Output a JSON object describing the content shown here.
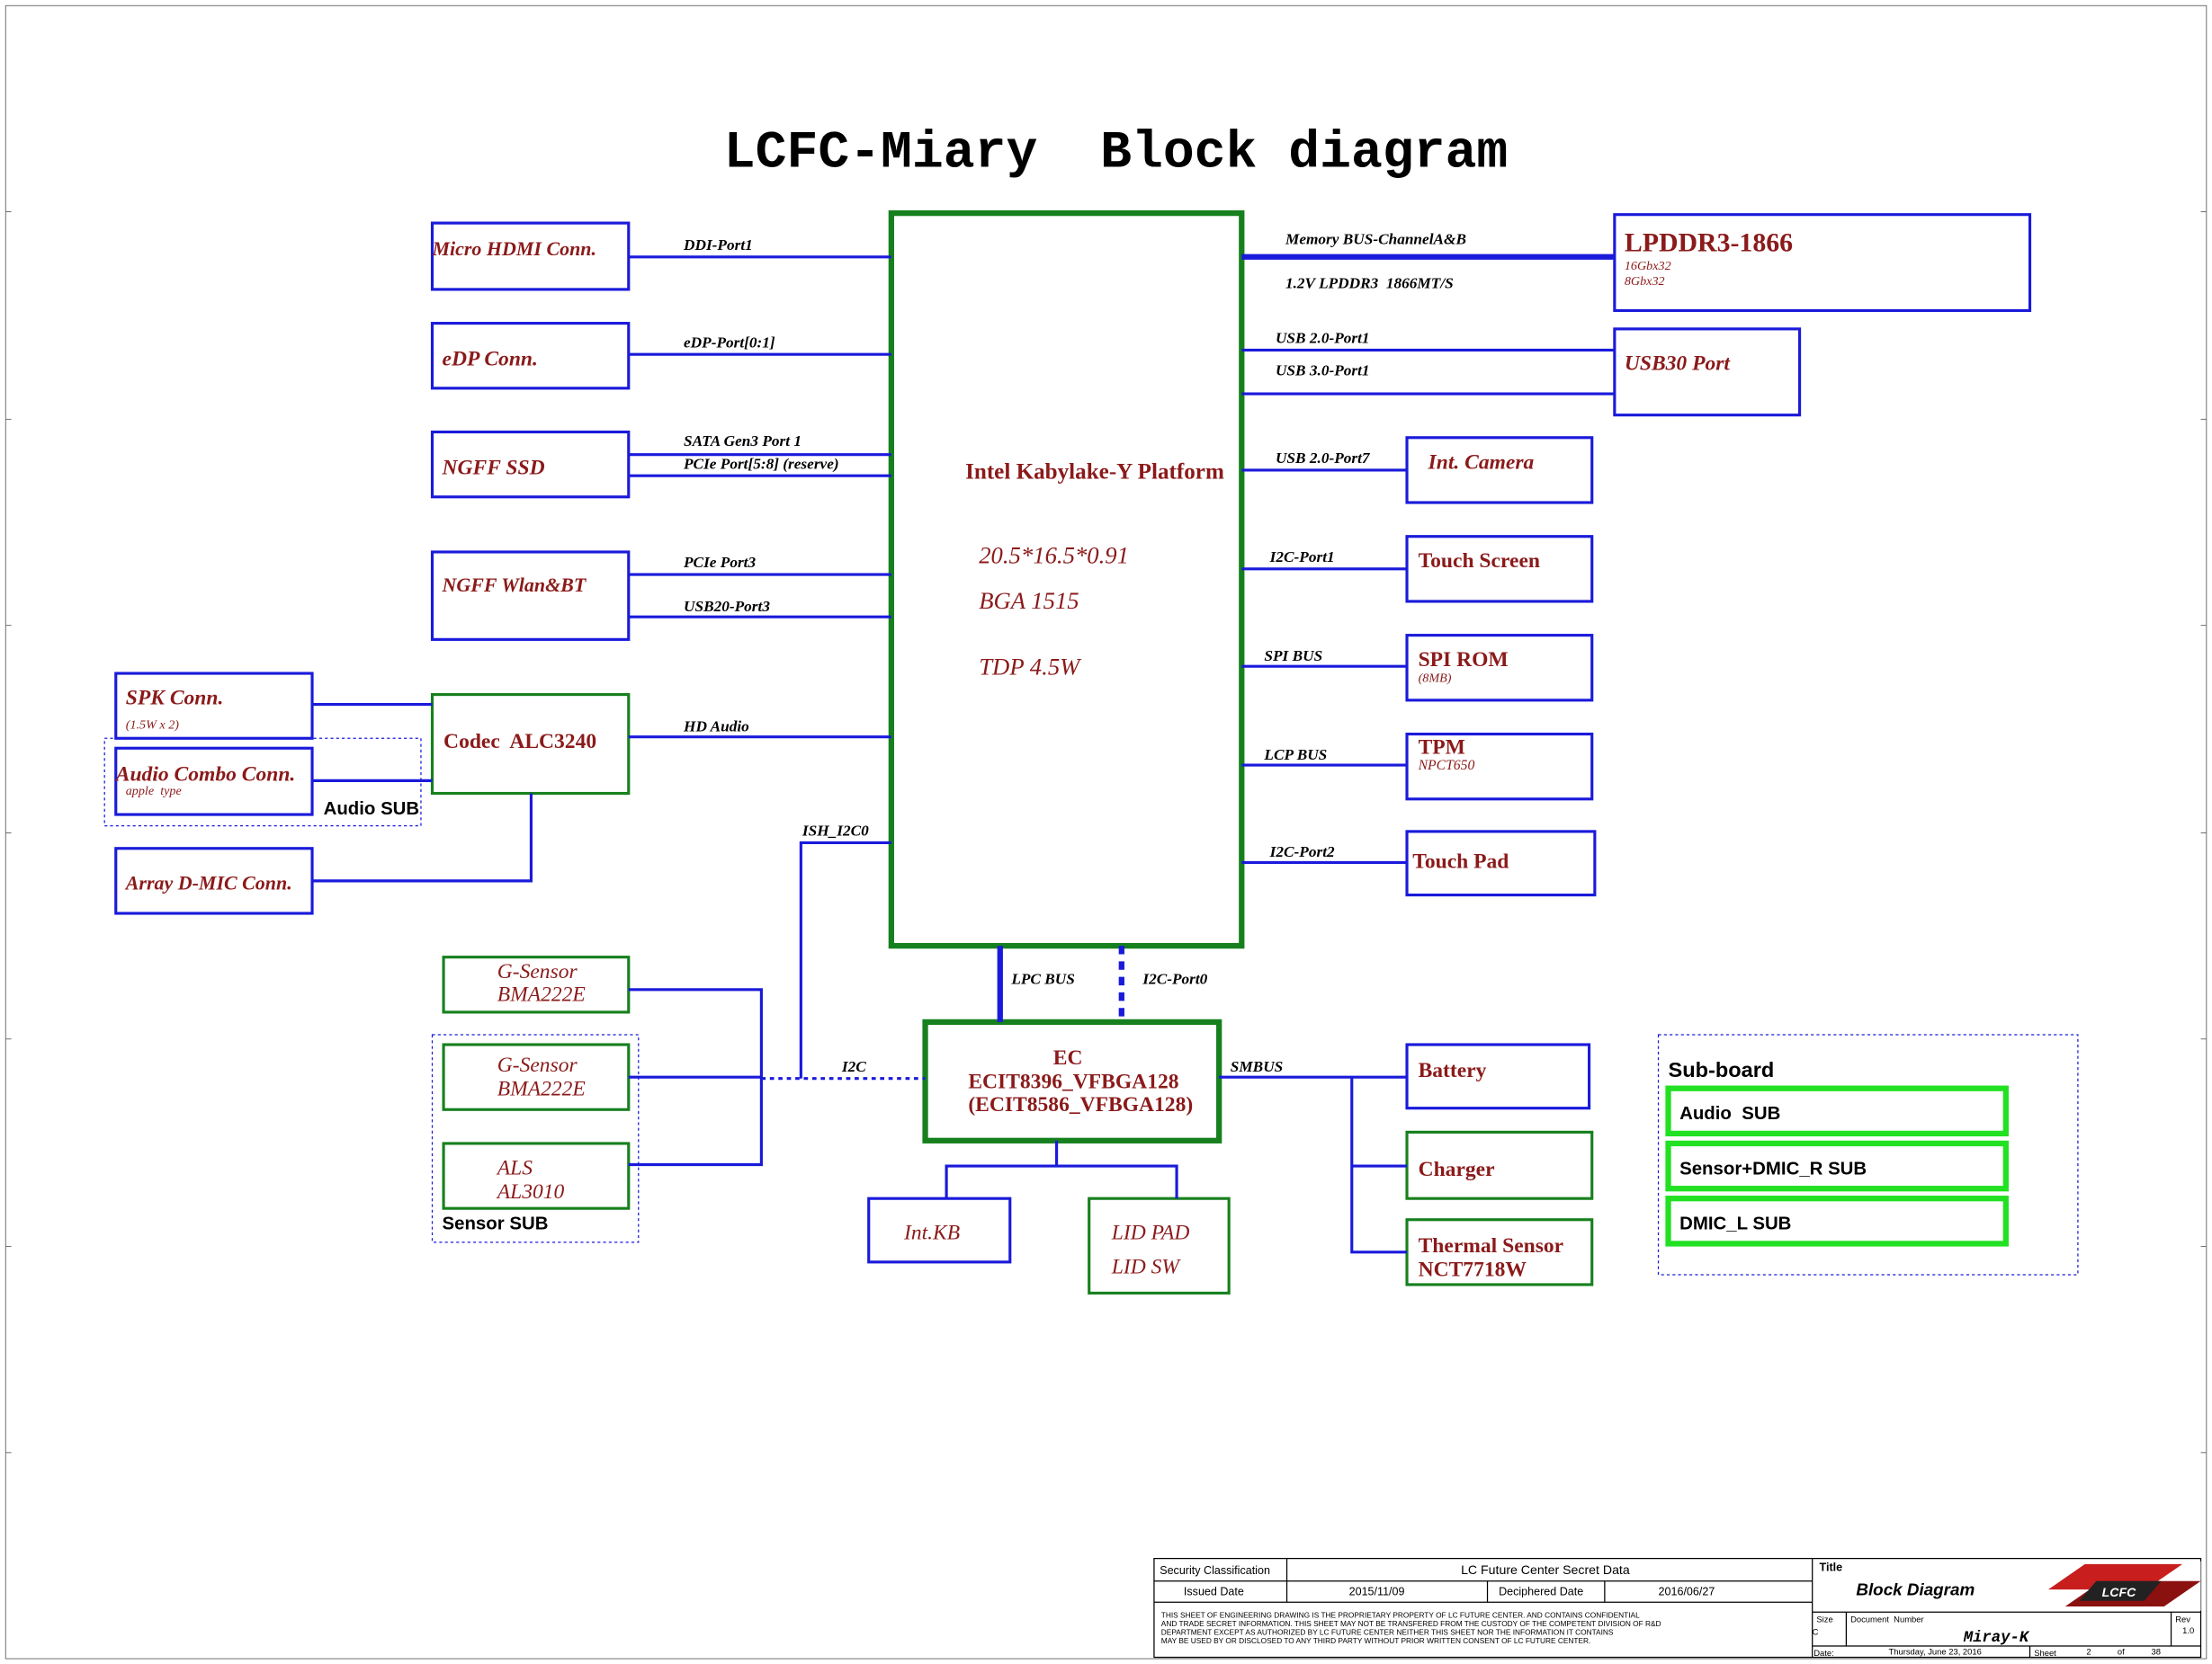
{
  "title": "LCFC-Miary  Block diagram",
  "cpu": {
    "name": "Intel Kabylake-Y Platform",
    "size": "20.5*16.5*0.91",
    "package": "BGA 1515",
    "tdp": "TDP 4.5W"
  },
  "ec": {
    "line1": "EC",
    "line2": "ECIT8396_VFBGA128",
    "line3": "(ECIT8586_VFBGA128)"
  },
  "left_blocks": {
    "micro_hdmi": "Micro HDMI Conn.",
    "edp": "eDP Conn.",
    "ngff_ssd": "NGFF SSD",
    "ngff_wlan": "NGFF Wlan&BT",
    "codec": "Codec  ALC3240",
    "spk": "SPK Conn.",
    "spk_note": "(1.5W x 2)",
    "audio_combo": "Audio Combo Conn.",
    "audio_combo_note": "apple  type",
    "audio_sub": "Audio SUB",
    "dmic": "Array D-MIC Conn.",
    "gsensor1_a": "G-Sensor",
    "gsensor1_b": "BMA222E",
    "gsensor2_a": "G-Sensor",
    "gsensor2_b": "BMA222E",
    "als_a": "ALS",
    "als_b": "AL3010",
    "sensor_sub": "Sensor SUB"
  },
  "right_blocks": {
    "lpddr": "LPDDR3-1866",
    "lpddr_note1": "16Gbx32",
    "lpddr_note2": "8Gbx32",
    "usb30": "USB30 Port",
    "camera": "Int. Camera",
    "touch_screen": "Touch Screen",
    "spi_rom": "SPI ROM",
    "spi_rom_note": "(8MB)",
    "tpm": "TPM",
    "tpm_note": "NPCT650",
    "touch_pad": "Touch Pad",
    "battery": "Battery",
    "charger": "Charger",
    "thermal_a": "Thermal Sensor",
    "thermal_b": "NCT7718W"
  },
  "bottom_blocks": {
    "int_kb": "Int.KB",
    "lid_pad": "LID PAD",
    "lid_sw": "LID SW"
  },
  "bus_labels": {
    "ddi": "DDI-Port1",
    "edp": "eDP-Port[0:1]",
    "sata": "SATA Gen3 Port 1",
    "pcie58": "PCIe Port[5:8] (reserve)",
    "pcie3": "PCIe Port3",
    "usb20p3": "USB20-Port3",
    "hda": "HD Audio",
    "ish": "ISH_I2C0",
    "mem1": "Memory BUS-ChannelA&B",
    "mem2": "1.2V LPDDR3  1866MT/S",
    "usb2p1": "USB 2.0-Port1",
    "usb3p1": "USB 3.0-Port1",
    "usb2p7": "USB 2.0-Port7",
    "i2cp1": "I2C-Port1",
    "spi": "SPI BUS",
    "lcp": "LCP BUS",
    "i2cp2": "I2C-Port2",
    "lpc": "LPC BUS",
    "i2cp0": "I2C-Port0",
    "i2c": "I2C",
    "smbus": "SMBUS"
  },
  "subboard": {
    "title": "Sub-board",
    "items": [
      "Audio  SUB",
      "Sensor+DMIC_R SUB",
      "DMIC_L SUB"
    ]
  },
  "title_block": {
    "security_label": "Security Classification",
    "security_value": "LC Future Center Secret Data",
    "issued_label": "Issued Date",
    "issued_value": "2015/11/09",
    "deciphered_label": "Deciphered Date",
    "deciphered_value": "2016/06/27",
    "notice1": "THIS SHEET OF ENGINEERING DRAWING IS THE PROPRIETARY PROPERTY OF  LC FUTURE CENTER. AND CONTAINS CONFIDENTIAL",
    "notice2": "AND TRADE SECRET INFORMATION. THIS SHEET MAY NOT BE TRANSFERED FROM THE CUSTODY OF THE COMPETENT DIVISION OF R&D",
    "notice3": "DEPARTMENT EXCEPT AS AUTHORIZED BY LC FUTURE CENTER NEITHER THIS SHEET NOR THE  INFORMATION IT CONTAINS",
    "notice4": "MAY BE USED BY OR DISCLOSED TO ANY THIRD PARTY WITHOUT PRIOR WRITTEN CONSENT OF  LC FUTURE CENTER.",
    "title_label": "Title",
    "title_value": "Block Diagram",
    "size_label": "Size",
    "size_value": "C",
    "docnum_label": "Document  Number",
    "docnum_value": "Miray-K",
    "rev_label": "Rev",
    "rev_value": "1.0",
    "date_label": "Date:",
    "date_value": "Thursday, June 23, 2016",
    "sheet_label": "Sheet",
    "sheet_value": "2",
    "of_label": "of",
    "of_value": "38",
    "logo": "LCFC"
  },
  "colors": {
    "blue": "#1a1adb",
    "green": "#17801e",
    "bright_green": "#22e022",
    "dark_red": "#8b1a1a"
  }
}
